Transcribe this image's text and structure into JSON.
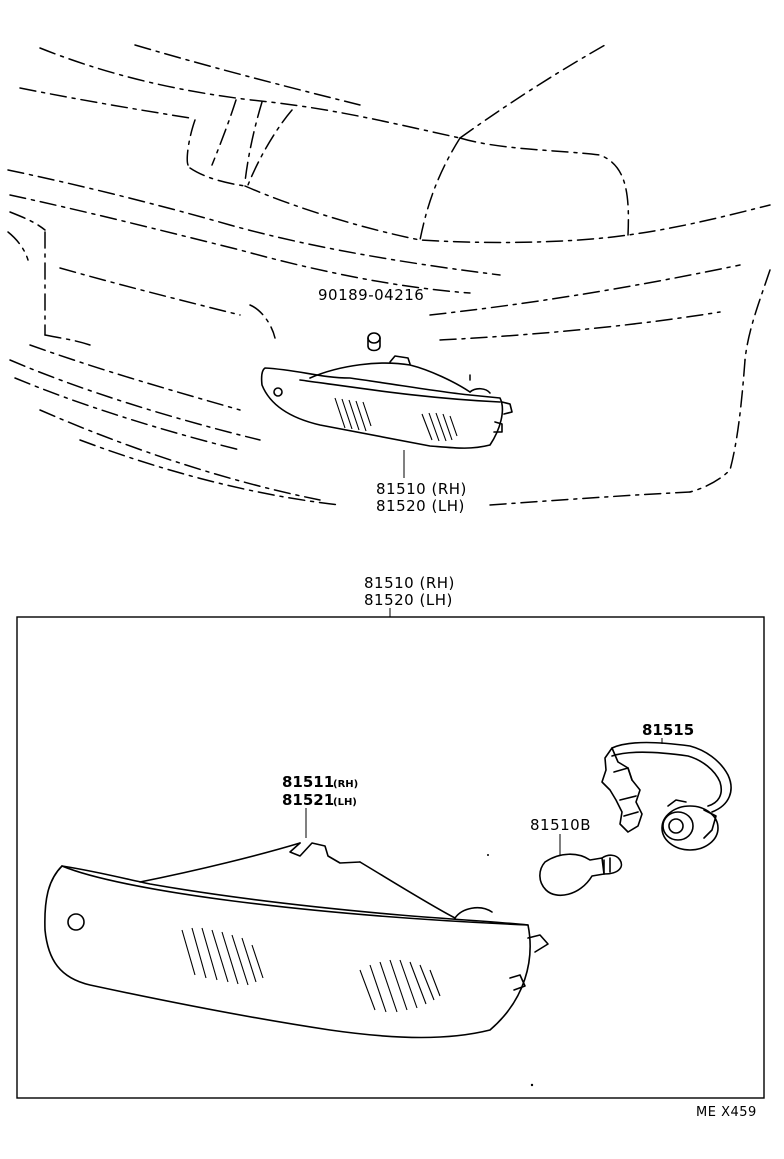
{
  "labels": {
    "clip_part": "90189-04216",
    "upper_lamp_rh": "81510 (RH)",
    "upper_lamp_lh": "81520 (LH)",
    "box_lamp_rh": "81510 (RH)",
    "box_lamp_lh": "81520 (LH)",
    "lens_rh_num": "81511",
    "lens_rh_suffix": "(RH)",
    "lens_lh_num": "81521",
    "lens_lh_suffix": "(LH)",
    "socket_wire": "81515",
    "bulb": "81510B",
    "figure_code": "ME X459"
  }
}
